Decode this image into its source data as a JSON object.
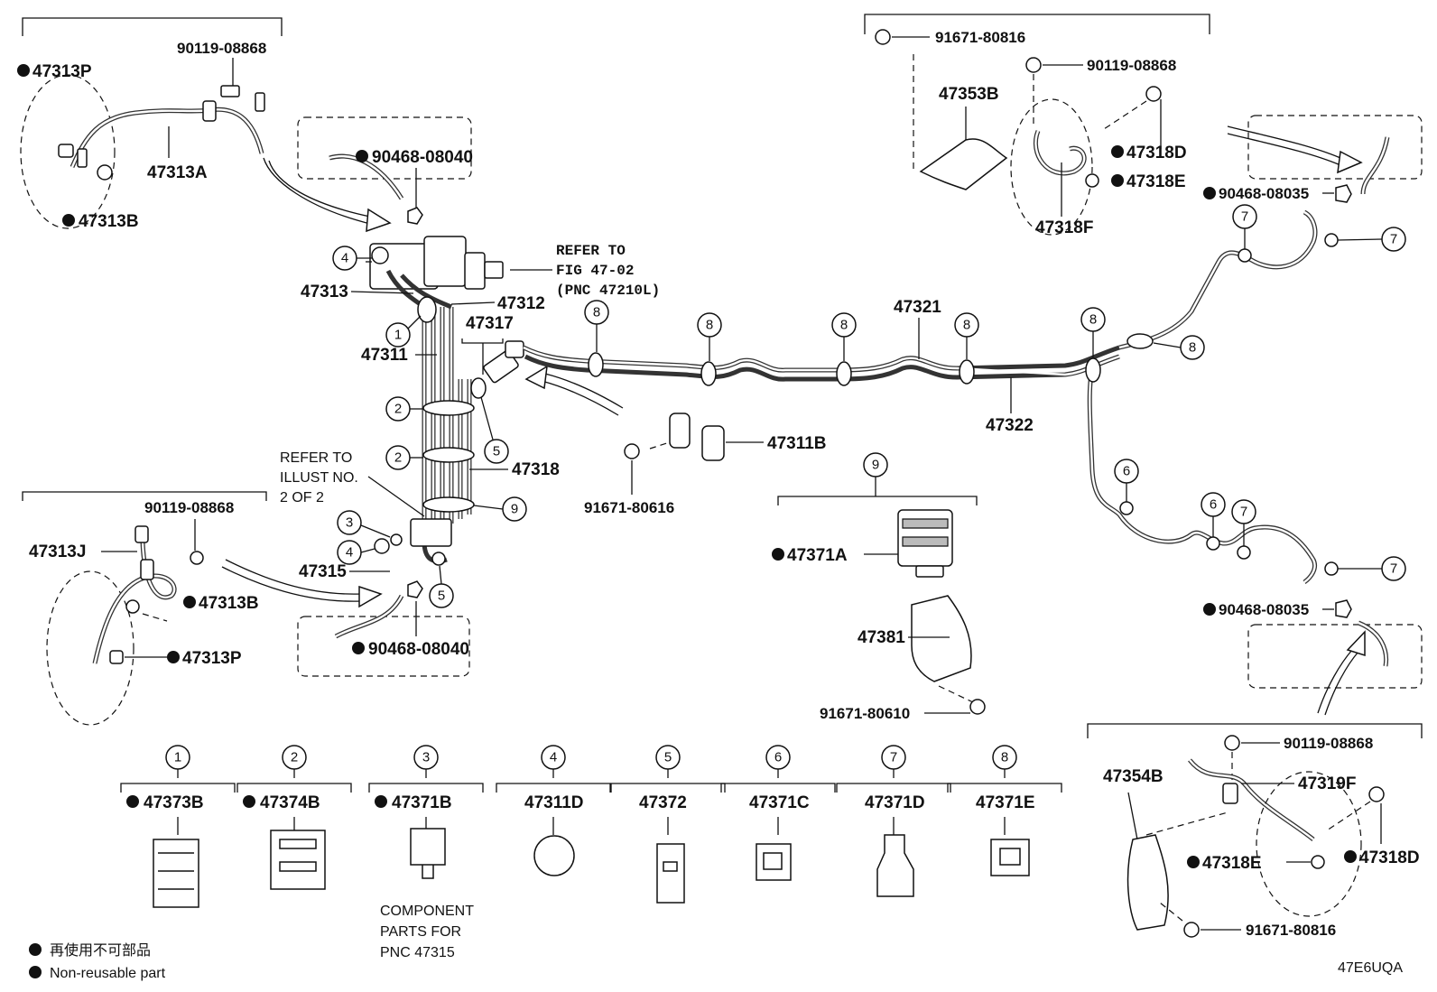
{
  "diagram_id": "47E6UQA",
  "legend": {
    "jp": "再使用不可部品",
    "en": "Non-reusable part"
  },
  "refer_fig": [
    "REFER TO",
    "FIG 47-02",
    "(PNC 47210L)"
  ],
  "refer_illust": [
    "REFER TO",
    "ILLUST NO.",
    "2 OF 2"
  ],
  "component_note": [
    "COMPONENT",
    "PARTS FOR",
    "PNC 47315"
  ],
  "labels": {
    "p47313P_a": "47313P",
    "p90119_a": "90119-08868",
    "p47313A": "47313A",
    "p47313B_a": "47313B",
    "p90468_a": "90468-08040",
    "p47313": "47313",
    "p47312": "47312",
    "p47317": "47317",
    "p47311": "47311",
    "p47318": "47318",
    "p47311B": "47311B",
    "p91671_a": "91671-80616",
    "p90119_b": "90119-08868",
    "p47313J": "47313J",
    "p47313B_b": "47313B",
    "p47313P_b": "47313P",
    "p47315": "47315",
    "p90468_b": "90468-08040",
    "p47321": "47321",
    "p47322": "47322",
    "p47371A": "47371A",
    "p47381": "47381",
    "p91671_b": "91671-80610",
    "p91671_c": "91671-80816",
    "p90119_c": "90119-08868",
    "p47353B": "47353B",
    "p47318D_a": "47318D",
    "p47318E_a": "47318E",
    "p47318F": "47318F",
    "p90468_c": "90468-08035",
    "p90468_d": "90468-08035",
    "p90119_d": "90119-08868",
    "p47354B": "47354B",
    "p47319F": "47319F",
    "p47318D_b": "47318D",
    "p47318E_b": "47318E",
    "p91671_d": "91671-80816"
  },
  "clamps": [
    {
      "num": "1",
      "part": "47373B",
      "nonreusable": true
    },
    {
      "num": "2",
      "part": "47374B",
      "nonreusable": true
    },
    {
      "num": "3",
      "part": "47371B",
      "nonreusable": true
    },
    {
      "num": "4",
      "part": "47311D",
      "nonreusable": false
    },
    {
      "num": "5",
      "part": "47372",
      "nonreusable": false
    },
    {
      "num": "6",
      "part": "47371C",
      "nonreusable": false
    },
    {
      "num": "7",
      "part": "47371D",
      "nonreusable": false
    },
    {
      "num": "8",
      "part": "47371E",
      "nonreusable": false
    }
  ],
  "clamp_9": {
    "num": "9"
  },
  "callouts": {
    "c1": "1",
    "c2a": "2",
    "c2b": "2",
    "c3": "3",
    "c4a": "4",
    "c4b": "4",
    "c5a": "5",
    "c5b": "5",
    "c6a": "6",
    "c6b": "6",
    "c7a": "7",
    "c7b": "7",
    "c7c": "7",
    "c7d": "7",
    "c8a": "8",
    "c8b": "8",
    "c8c": "8",
    "c8d": "8",
    "c8e": "8",
    "c8f": "8",
    "c9": "9"
  }
}
